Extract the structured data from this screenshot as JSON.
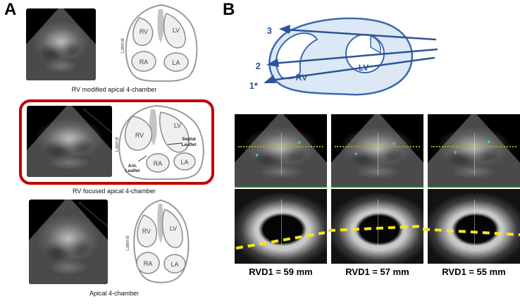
{
  "panelA": {
    "label": "A",
    "highlight_color": "#c00000",
    "rows": [
      {
        "caption": "RV modified apical 4-chamber",
        "side_label": "Lateral",
        "chambers": {
          "rv": "RV",
          "lv": "LV",
          "ra": "RA",
          "la": "LA"
        }
      },
      {
        "caption": "RV focused apical 4-chamber",
        "side_label": "Lateral",
        "chambers": {
          "rv": "RV",
          "lv": "LV",
          "ra": "RA",
          "la": "LA"
        },
        "annotations": {
          "septal1": "Septal",
          "septal2": "Leaflet",
          "ant1": "Ant.",
          "ant2": "Leaflet"
        }
      },
      {
        "caption": "Apical 4-chamber",
        "side_label": "Lateral",
        "chambers": {
          "rv": "RV",
          "lv": "LV",
          "ra": "RA",
          "la": "LA"
        }
      }
    ]
  },
  "panelB": {
    "label": "B",
    "schematic": {
      "stroke_color": "#2a5598",
      "line_labels": {
        "l3": "3",
        "l2": "2",
        "l1": "1*"
      },
      "chambers": {
        "rv": "RV",
        "lv": "LV"
      }
    },
    "overlay_colors": {
      "dashed_line": "#f9e420",
      "baseline": "#2f7d36"
    },
    "frames": [
      {
        "caption": "RVD1 = 59 mm"
      },
      {
        "caption": "RVD1 = 57 mm"
      },
      {
        "caption": "RVD1 = 55 mm"
      }
    ]
  }
}
